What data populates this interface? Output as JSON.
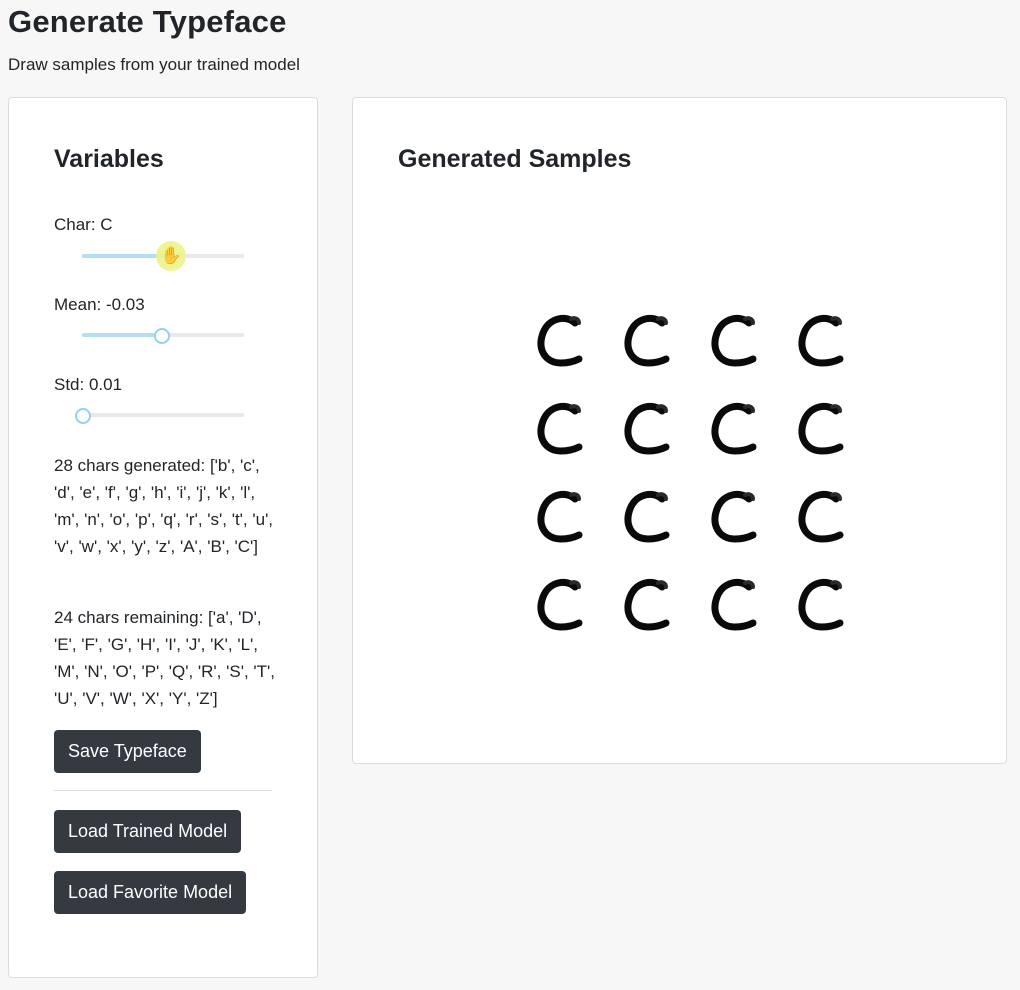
{
  "header": {
    "title": "Generate Typeface",
    "subtitle": "Draw samples from your trained model"
  },
  "variables": {
    "title": "Variables",
    "char": {
      "label": "Char: C",
      "value_fraction": 0.55
    },
    "mean": {
      "label": "Mean: -0.03",
      "value_fraction": 0.49
    },
    "std": {
      "label": "Std: 0.01",
      "value_fraction": 0.0
    },
    "generated_text": "28 chars generated: ['b', 'c', 'd', 'e', 'f', 'g', 'h', 'i', 'j', 'k', 'l', 'm', 'n', 'o', 'p', 'q', 'r', 's', 't', 'u', 'v', 'w', 'x', 'y', 'z', 'A', 'B', 'C']",
    "remaining_text": "24 chars remaining: ['a', 'D', 'E', 'F', 'G', 'H', 'I', 'J', 'K', 'L', 'M', 'N', 'O', 'P', 'Q', 'R', 'S', 'T', 'U', 'V', 'W', 'X', 'Y', 'Z']",
    "save_button": "Save Typeface",
    "load_trained_button": "Load Trained Model",
    "load_favorite_button": "Load Favorite Model"
  },
  "samples": {
    "title": "Generated Samples",
    "rows": 4,
    "cols": 4
  }
}
